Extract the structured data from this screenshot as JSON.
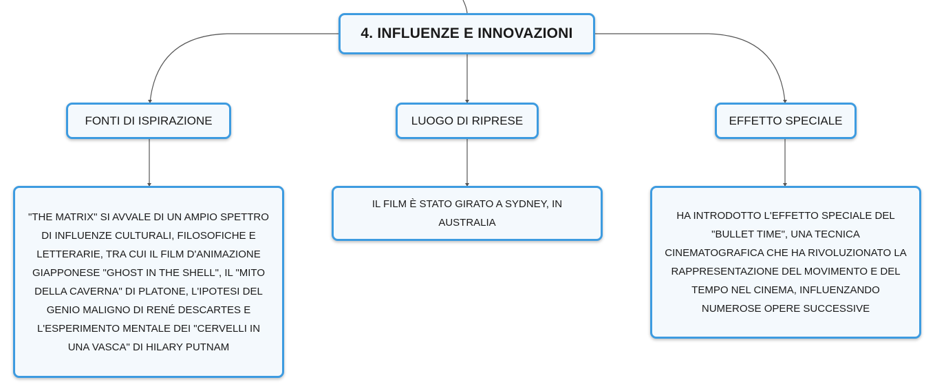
{
  "colors": {
    "border": "#3d9be0",
    "fill": "#f4f9fd",
    "connector": "#555555"
  },
  "root": {
    "label": "4. INFLUENZE E INNOVAZIONI"
  },
  "branches": [
    {
      "label": "FONTI DI ISPIRAZIONE",
      "detail": "\"THE MATRIX\" SI AVVALE DI UN AMPIO SPETTRO DI INFLUENZE CULTURALI, FILOSOFICHE E LETTERARIE, TRA CUI IL FILM D'ANIMAZIONE GIAPPONESE \"GHOST IN THE SHELL\", IL \"MITO DELLA CAVERNA\" DI PLATONE, L'IPOTESI DEL GENIO MALIGNO DI RENÉ DESCARTES E L'ESPERIMENTO MENTALE DEI \"CERVELLI IN UNA VASCA\" DI HILARY PUTNAM"
    },
    {
      "label": "LUOGO DI RIPRESE",
      "detail": "IL FILM È STATO GIRATO A SYDNEY, IN AUSTRALIA"
    },
    {
      "label": "EFFETTO SPECIALE",
      "detail": "HA INTRODOTTO L'EFFETTO SPECIALE DEL \"BULLET TIME\", UNA TECNICA CINEMATOGRAFICA CHE HA RIVOLUZIONATO LA RAPPRESENTAZIONE DEL MOVIMENTO E DEL TEMPO NEL CINEMA, INFLUENZANDO NUMEROSE OPERE SUCCESSIVE"
    }
  ]
}
